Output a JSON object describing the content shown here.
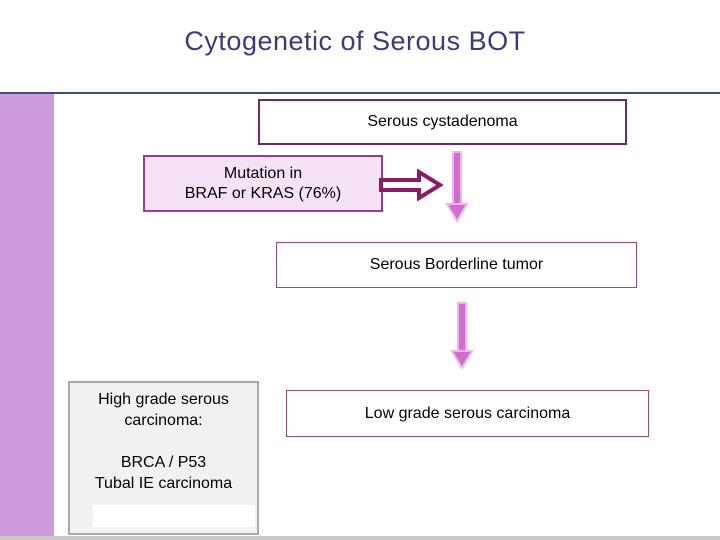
{
  "title": "Cytogenetic of Serous BOT",
  "flowchart": {
    "cystadenoma_label": "Serous cystadenoma",
    "mutation_line1": "Mutation in",
    "mutation_line2": "BRAF or KRAS (76%)",
    "borderline_label": "Serous Borderline tumor",
    "low_grade_label": "Low grade serous carcinoma",
    "high_grade": {
      "heading": "High grade serous carcinoma:",
      "line1": "BRCA / P53",
      "line2": "Tubal IE carcinoma"
    }
  },
  "icons": {
    "right_arrow": "right-block-arrow",
    "down_arrow": "down-block-arrow"
  },
  "colors": {
    "title_text": "#3B3B78",
    "divider_line": "#3A5272",
    "left_accent_bar": "#CD9BDC",
    "bottom_strip": "#C9C9C9",
    "cystadenoma_border": "#702963",
    "thin_box_border": "#9C4B78",
    "mutation_fill": "#F5E2F5",
    "mutation_border": "#9A3A9A",
    "gray_box_fill": "#F1F1F1",
    "gray_box_border": "#A8A8A8",
    "down_arrow_fill": "#CF6FCB",
    "down_arrow_outline": "#F0B3EC",
    "hollow_arrow_stroke": "#8E1A66"
  }
}
